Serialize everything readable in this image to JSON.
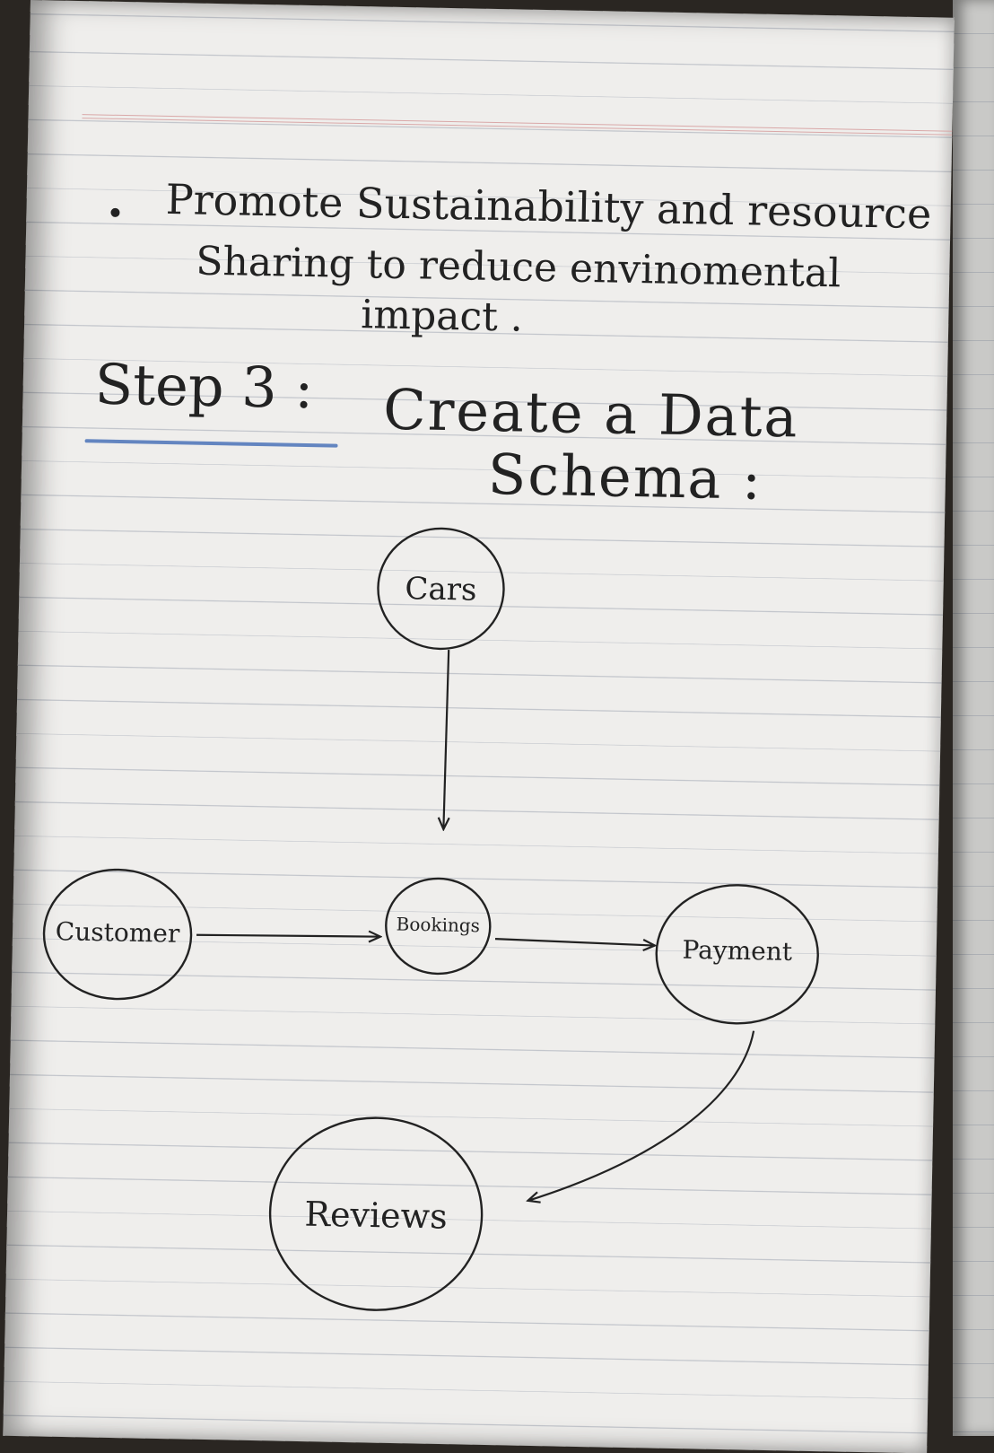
{
  "notes": {
    "bullet_line_1": "Promote Sustainability and resource",
    "bullet_line_2": "Sharing to reduce envinomental",
    "bullet_line_3": "impact ."
  },
  "step": {
    "label": "Step 3 :",
    "title_line_1": "Create a Data",
    "title_line_2": "Schema :"
  },
  "diagram": {
    "nodes": {
      "cars": "Cars",
      "customer": "Customer",
      "bookings": "Bookings",
      "payment": "Payment",
      "reviews": "Reviews"
    },
    "edges": [
      {
        "from": "Cars",
        "to": "Bookings"
      },
      {
        "from": "Customer",
        "to": "Bookings"
      },
      {
        "from": "Bookings",
        "to": "Payment"
      },
      {
        "from": "Payment",
        "to": "Reviews"
      }
    ]
  },
  "colors": {
    "paper": "#efeeec",
    "ink": "#222222",
    "rule_line": "#c3c6cc",
    "margin_line": "#d9a8a8",
    "highlight_underline": "#4a72b8"
  }
}
